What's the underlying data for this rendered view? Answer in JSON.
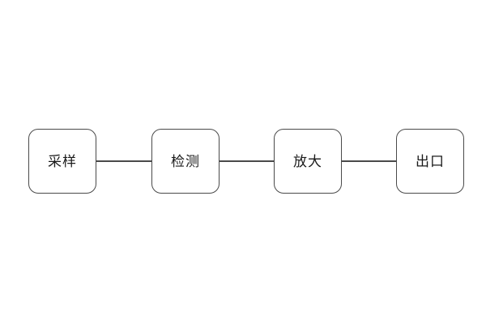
{
  "diagram": {
    "type": "flowchart",
    "direction": "left-to-right",
    "nodes": [
      {
        "id": "sampling",
        "label": "采样"
      },
      {
        "id": "detection",
        "label": "检测"
      },
      {
        "id": "amplification",
        "label": "放大"
      },
      {
        "id": "outlet",
        "label": "出口"
      }
    ],
    "edges": [
      {
        "from": "采样",
        "to": "检测",
        "style": "plain-line"
      },
      {
        "from": "检测",
        "to": "放大",
        "style": "plain-line"
      },
      {
        "from": "放大",
        "to": "出口",
        "style": "plain-line"
      }
    ],
    "colors": {
      "background": "#ffffff",
      "node_fill": "#ffffff",
      "node_border": "#4a4a4a",
      "connector": "#4a4a4a",
      "text": "#1a1a1a"
    }
  }
}
